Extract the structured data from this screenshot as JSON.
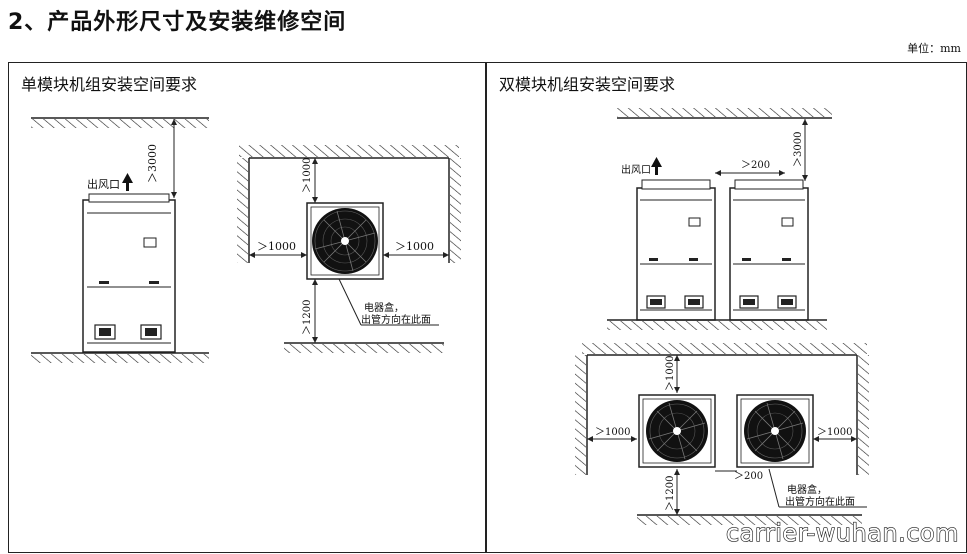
{
  "heading": "2、产品外形尺寸及安装维修空间",
  "unit_label": "单位：mm",
  "left_panel": {
    "title": "单模块机组安装空间要求",
    "clearance_top": "＞3000",
    "outlet_label": "出风口",
    "plan_top": "＞1000",
    "plan_left": "＞1000",
    "plan_right": "＞1000",
    "plan_bottom": "＞1200",
    "callout_line1": "电器盒，",
    "callout_line2": "出管方向在此面"
  },
  "right_panel": {
    "title": "双模块机组安装空间要求",
    "clearance_top": "＞3000",
    "gap_label": "＞200",
    "outlet_label": "出风口",
    "plan_top": "＞1000",
    "plan_left": "＞1000",
    "plan_right": "＞1000",
    "plan_gap": "＞200",
    "plan_bottom": "＞1200",
    "callout_line1": "电器盒，",
    "callout_line2": "出管方向在此面"
  },
  "watermark": "carrier-wuhan.com",
  "colors": {
    "line": "#222222",
    "fan": "#111111",
    "background": "#ffffff"
  },
  "icons": [
    "up-arrow-icon",
    "fan-icon",
    "hatch-pattern"
  ]
}
